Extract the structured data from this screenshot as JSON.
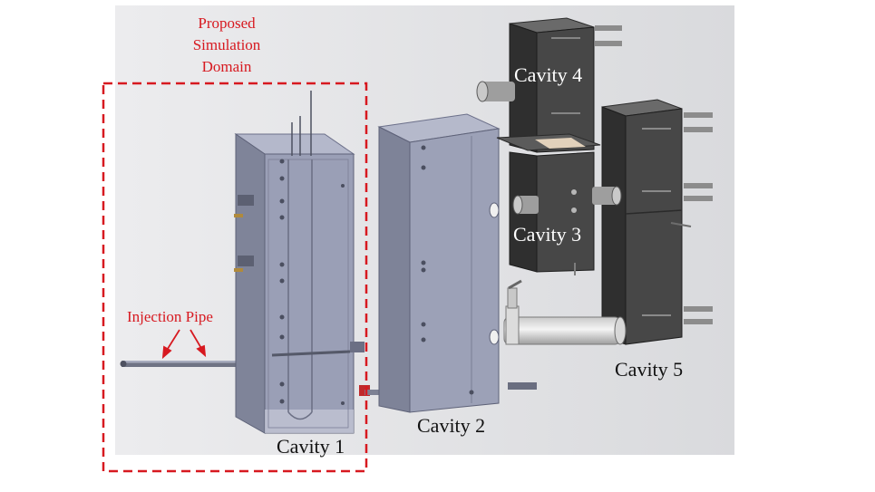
{
  "figure": {
    "domain_label": "Proposed Simulation Domain",
    "injection_label": "Injection Pipe",
    "cavities": {
      "c1": "Cavity 1",
      "c2": "Cavity 2",
      "c3": "Cavity 3",
      "c4": "Cavity 4",
      "c5": "Cavity 5"
    }
  },
  "colors": {
    "accent_red": "#d71920",
    "cavity_blue": "#8f94ad",
    "cavity_dark": "#3f3f3f"
  }
}
